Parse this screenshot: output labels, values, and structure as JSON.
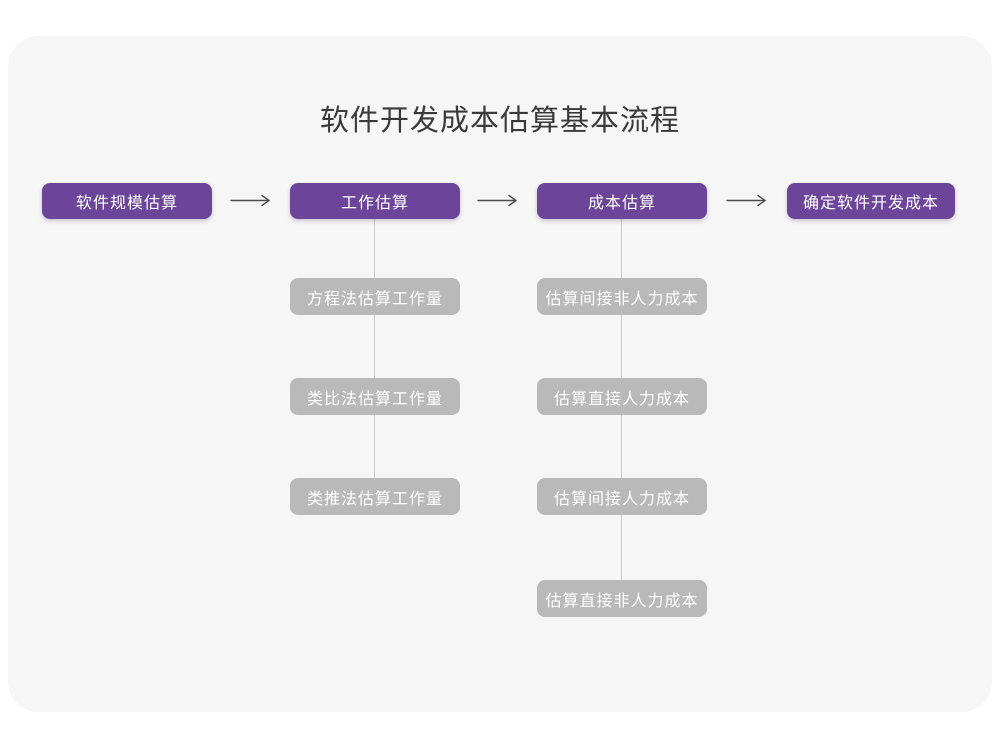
{
  "title": "软件开发成本估算基本流程",
  "colors": {
    "primary_purple": "#6c4499",
    "sub_gray": "#b9b9b9",
    "card_bg": "#f6f6f7",
    "arrow": "#4a4a4a",
    "connector": "#cccccc",
    "title_text": "#3a3a3a",
    "box_text": "#ffffff"
  },
  "flow": {
    "steps": [
      {
        "label": "软件规模估算"
      },
      {
        "label": "工作估算"
      },
      {
        "label": "成本估算"
      },
      {
        "label": "确定软件开发成本"
      }
    ]
  },
  "sub_columns": [
    {
      "parent": "工作估算",
      "items": [
        {
          "label": "方程法估算工作量"
        },
        {
          "label": "类比法估算工作量"
        },
        {
          "label": "类推法估算工作量"
        }
      ]
    },
    {
      "parent": "成本估算",
      "items": [
        {
          "label": "估算间接非人力成本"
        },
        {
          "label": "估算直接人力成本"
        },
        {
          "label": "估算间接人力成本"
        },
        {
          "label": "估算直接非人力成本"
        }
      ]
    }
  ]
}
